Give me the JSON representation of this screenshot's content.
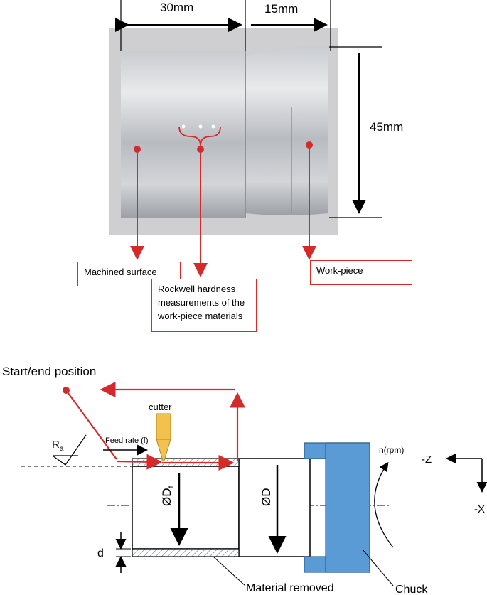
{
  "photo": {
    "dim_length_left": "30mm",
    "dim_length_right": "15mm",
    "dim_diameter": "45mm",
    "callout_machined_surface": "Machined surface",
    "callout_hardness_line1": "Rockwell hardness",
    "callout_hardness_line2": "measurements of the",
    "callout_hardness_line3": "work-piece materials",
    "callout_workpiece": "Work-piece"
  },
  "schematic": {
    "start_end_label": "Start/end position",
    "cutter_label": "cutter",
    "feed_rate_label": "Feed rate (f)",
    "roughness_symbol": "R",
    "roughness_subscript": "a",
    "final_diameter_symbol": "ØD",
    "final_diameter_subscript": "f",
    "initial_diameter_label": "ØD",
    "depth_label": "d",
    "spindle_speed_label": "n(rpm)",
    "axis_z_label": "-Z",
    "axis_x_label": "-X",
    "material_removed_label": "Material removed",
    "chuck_label": "Chuck"
  },
  "colors": {
    "callout_red": "#d42a2a",
    "chuck_blue": "#5b9bd5",
    "cutter_yellow": "#f2c14e",
    "metal_gray": "#b9bcc1"
  }
}
